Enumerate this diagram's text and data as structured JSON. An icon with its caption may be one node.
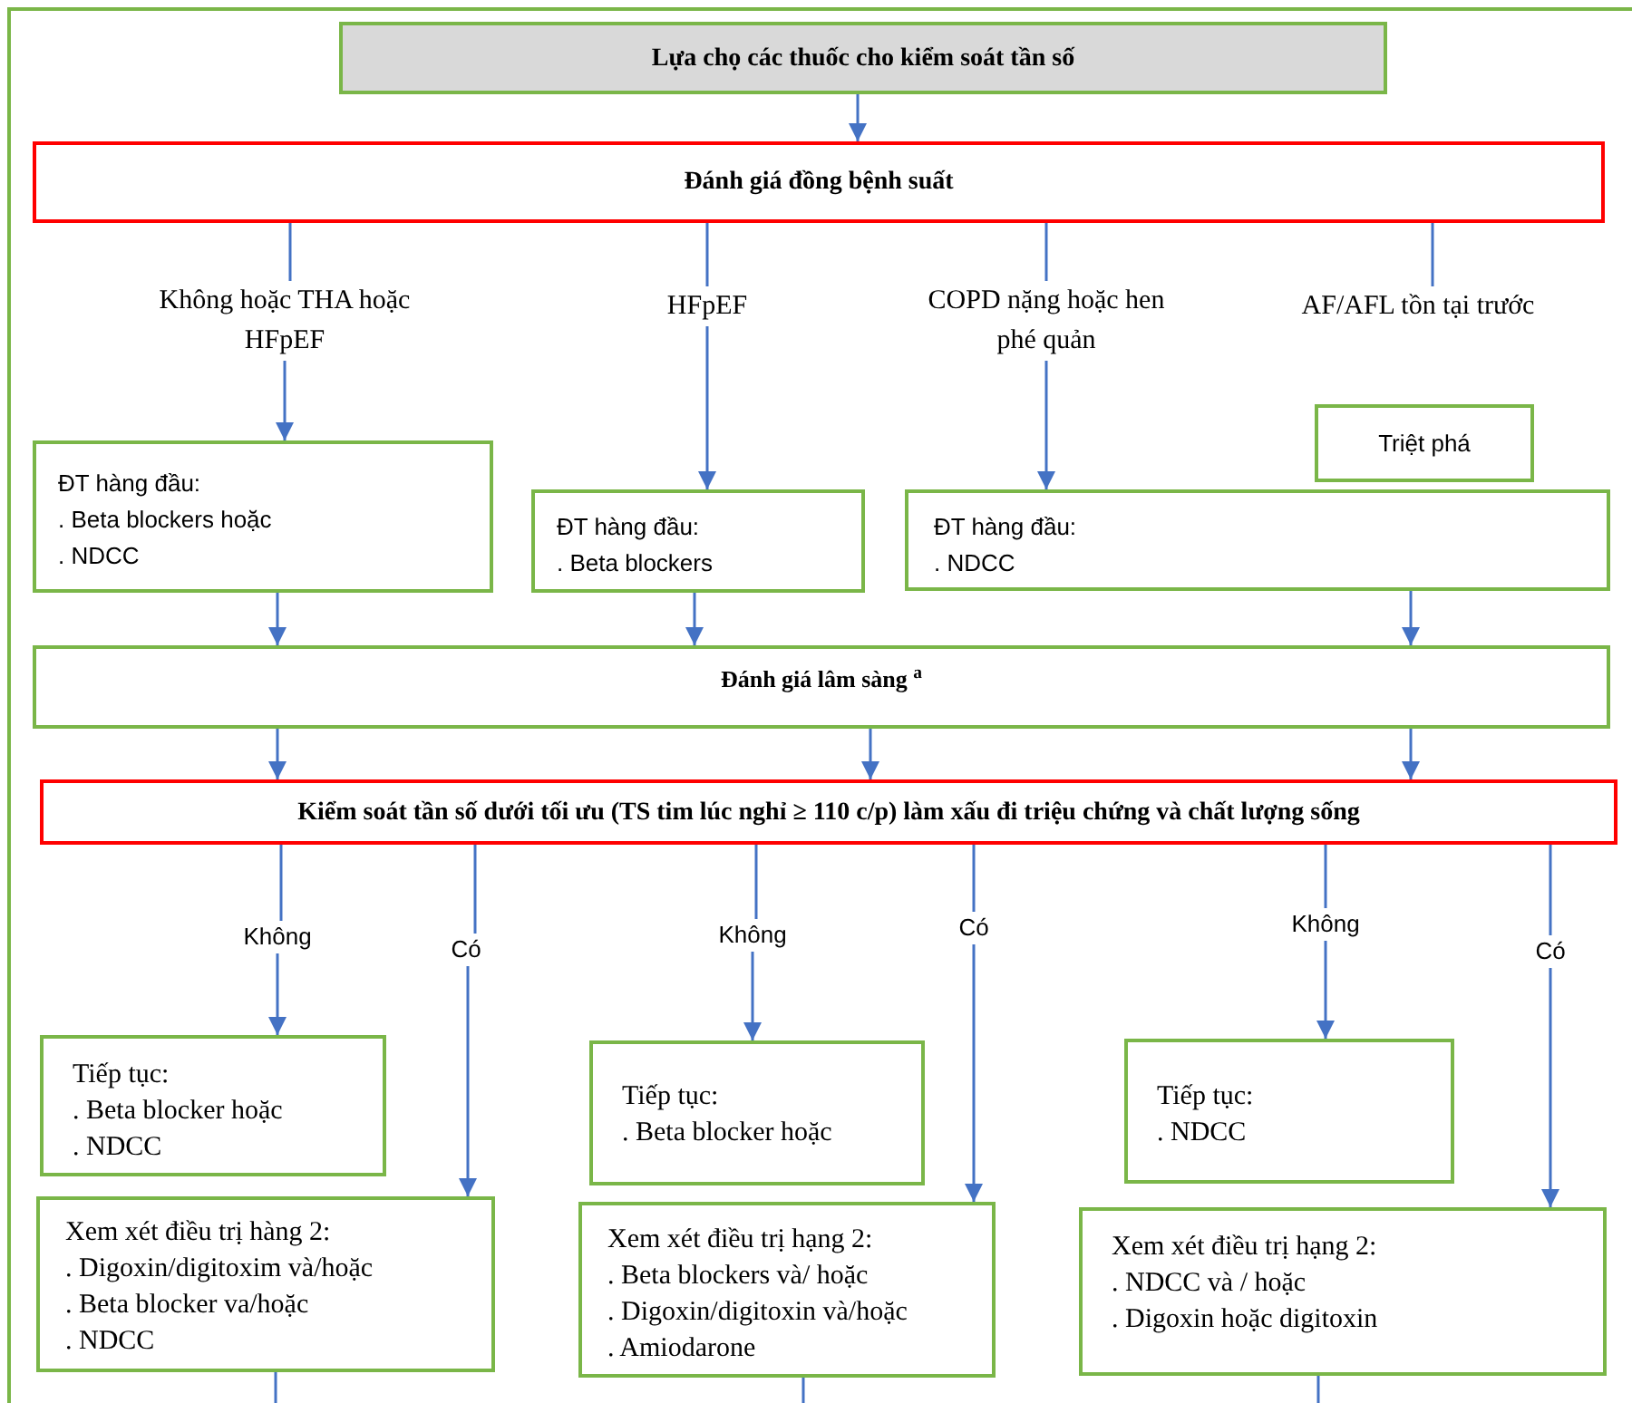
{
  "diagram": {
    "nodes": [
      {
        "text": [
          "Lựa chọ các thuốc cho kiểm soát tần số"
        ]
      },
      {
        "text": [
          "Đánh giá đồng bệnh suất"
        ]
      },
      {
        "text": [
          "Không hoặc THA hoặc HFpEF"
        ]
      },
      {
        "text": [
          "HFpEF"
        ]
      },
      {
        "text": [
          "COPD nặng hoặc hen phé quản"
        ]
      },
      {
        "text": [
          "AF/AFL tồn tại trước"
        ]
      },
      {
        "text": [
          "ĐT hàng đầu:",
          ". Beta blockers hoặc",
          ". NDCC"
        ]
      },
      {
        "text": [
          "ĐT hàng đầu:",
          ". Beta blockers"
        ]
      },
      {
        "text": [
          "Triệt phá"
        ]
      },
      {
        "text": [
          "ĐT hàng đầu:",
          ". NDCC"
        ]
      },
      {
        "text": [
          "Đánh giá lâm sàng $^{a}$"
        ]
      },
      {
        "text": [
          "Kiểm soát tần số dưới tối ưu (TS tim lúc nghỉ ≥ 110 c/p) làm xấu đi triệu chứng và chất lượng sống"
        ]
      },
      {
        "text": [
          "Không"
        ]
      },
      {
        "text": [
          "Có"
        ]
      },
      {
        "text": [
          "Không"
        ]
      },
      {
        "text": [
          "Có"
        ]
      },
      {
        "text": [
          "Không"
        ]
      },
      {
        "text": [
          "Có"
        ]
      },
      {
        "text": [
          "Tiếp tục:",
          ". Beta blocker hoặc",
          ". NDCC"
        ]
      },
      {
        "text": [
          "Xem xét điều trị hàng 2:",
          ". Digoxin/digitoxim và/hoặc",
          ". Beta blocker va/hoặc",
          ". NDCC"
        ]
      },
      {
        "text": [
          "Tiếp tục:",
          ". Beta blocker hoặc"
        ]
      },
      {
        "text": [
          "Xem xét điều trị hạng 2:",
          ". Beta blockers và/ hoặc",
          ". Digoxin/digitoxin và/hoặc",
          ". Amiodarone"
        ]
      },
      {
        "text": [
          "Tiếp tục:",
          ". NDCC"
        ]
      },
      {
        "text": [
          "Xem xét điều trị hạng 2:",
          ". NDCC và / hoặc",
          ". Digoxin hoặc digitoxin"
        ]
      }
    ],
    "edges": [
      {
        "from": 0,
        "to": 1,
        "arrow": "to"
      },
      {
        "from": 1,
        "to": 2,
        "arrow": "none"
      },
      {
        "from": 1,
        "to": 3,
        "arrow": "none"
      },
      {
        "from": 1,
        "to": 4,
        "arrow": "none"
      },
      {
        "from": 1,
        "to": 5,
        "arrow": "none"
      },
      {
        "from": 2,
        "to": 6,
        "arrow": "to"
      },
      {
        "from": 3,
        "to": 7,
        "arrow": "to"
      },
      {
        "from": 4,
        "to": 9,
        "arrow": "to"
      },
      {
        "from": 6,
        "to": 10,
        "arrow": "to"
      },
      {
        "from": 7,
        "to": 10,
        "arrow": "to"
      },
      {
        "from": 9,
        "to": 10,
        "arrow": "to"
      },
      {
        "from": 10,
        "to": 11,
        "arrow": "to"
      },
      {
        "from": 10,
        "to": 11,
        "arrow": "to"
      },
      {
        "from": 10,
        "to": 11,
        "arrow": "to"
      },
      {
        "from": 11,
        "to": 12,
        "arrow": "none"
      },
      {
        "from": 11,
        "to": 13,
        "arrow": "none"
      },
      {
        "from": 11,
        "to": 14,
        "arrow": "none"
      },
      {
        "from": 11,
        "to": 15,
        "arrow": "none"
      },
      {
        "from": 11,
        "to": 16,
        "arrow": "none"
      },
      {
        "from": 11,
        "to": 17,
        "arrow": "none"
      },
      {
        "from": 12,
        "to": 18,
        "arrow": "to"
      },
      {
        "from": 13,
        "to": 19,
        "arrow": "to"
      },
      {
        "from": 14,
        "to": 20,
        "arrow": "to"
      },
      {
        "from": 15,
        "to": 21,
        "arrow": "to"
      },
      {
        "from": 16,
        "to": 22,
        "arrow": "to"
      },
      {
        "from": 17,
        "to": 23,
        "arrow": "to"
      },
      {
        "from": 19,
        "to": null,
        "arrow": "none"
      },
      {
        "from": 21,
        "to": null,
        "arrow": "none"
      },
      {
        "from": 23,
        "to": null,
        "arrow": "none"
      }
    ]
  }
}
